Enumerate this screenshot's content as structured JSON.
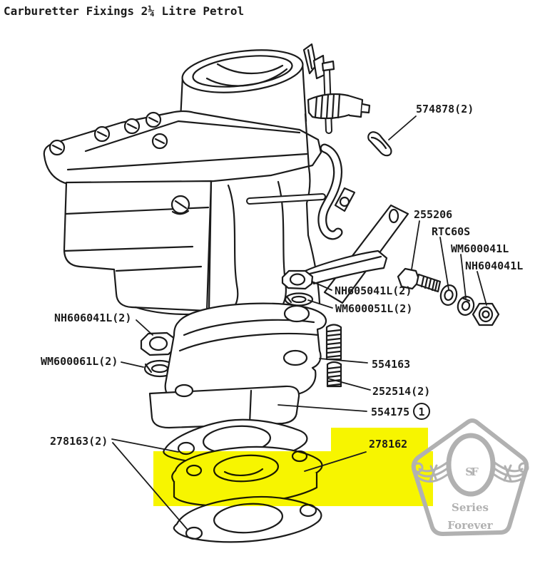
{
  "title": "Carburetter Fixings 2¼ Litre Petrol",
  "colors": {
    "ink": "#1b1b1b",
    "highlight": "#f7f500",
    "watermark": "#b1b1b1",
    "paper": "#ffffff"
  },
  "parts": {
    "clip": {
      "label": "574878(2)"
    },
    "bolt": {
      "label": "255206"
    },
    "plain_washer": {
      "label": "RTC60S"
    },
    "spring_washer_right": {
      "label": "WM600041L"
    },
    "nut_right": {
      "label": "NH604041L"
    },
    "nut_mid": {
      "label": "NH605041L(2)"
    },
    "spring_washer_mid": {
      "label": "WM600051L(2)"
    },
    "nut_left": {
      "label": "NH606041L(2)"
    },
    "spring_washer_left": {
      "label": "WM600061L(2)"
    },
    "stud_upper": {
      "label": "554163"
    },
    "stud_lower": {
      "label": "252514(2)"
    },
    "adaptor": {
      "label": "554175",
      "note_marker": "1"
    },
    "gaskets": {
      "label": "278163(2)"
    },
    "spacer": {
      "label": "278162",
      "highlighted": true
    }
  },
  "watermark": {
    "initials": "SF",
    "line1": "Series",
    "line2": "Forever"
  }
}
